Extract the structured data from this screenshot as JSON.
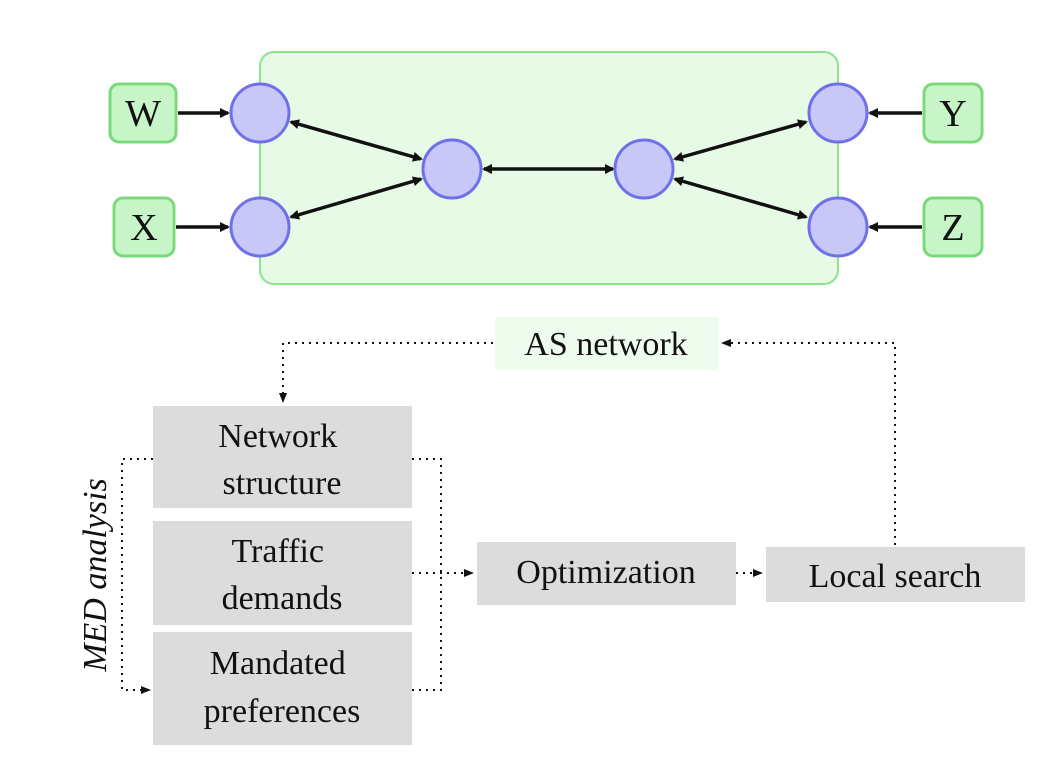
{
  "colors": {
    "as_region_fill": "#e6fae6",
    "as_region_stroke": "#8fe08f",
    "router_fill": "#c8c8f8",
    "router_stroke": "#7070e8",
    "external_fill": "#c8f5c8",
    "external_stroke": "#7ada7a",
    "process_box_fill": "#dcdcdc",
    "as_network_label_fill": "#eefcee",
    "arrow": "#111111"
  },
  "network": {
    "external_nodes": {
      "w": "W",
      "x": "X",
      "y": "Y",
      "z": "Z"
    },
    "router_count": 6
  },
  "flow": {
    "as_network": "AS network",
    "inputs": {
      "network_structure": [
        "Network",
        "structure"
      ],
      "traffic_demands": [
        "Traffic",
        "demands"
      ],
      "mandated_preferences": [
        "Mandated",
        "preferences"
      ]
    },
    "optimization": "Optimization",
    "local_search": "Local search",
    "side_label": "MED analysis"
  }
}
